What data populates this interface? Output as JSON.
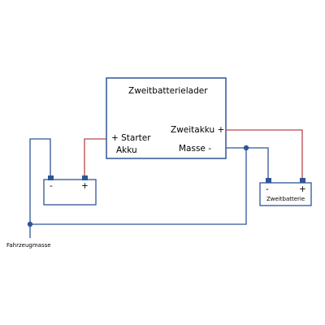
{
  "charger": {
    "title": "Zweitbatterielader",
    "ports": {
      "starter_top": "+ Starter",
      "starter_bottom": "Akku",
      "zweitakku": "Zweitakku +",
      "masse": "Masse -"
    }
  },
  "starter_battery": {
    "minus": "-",
    "plus": "+"
  },
  "second_battery": {
    "label": "Zweitbatterie",
    "minus": "-",
    "plus": "+"
  },
  "ground": {
    "label": "Fahrzeugmasse"
  },
  "colors": {
    "box_stroke": "#2e5597",
    "ground_wire": "#2e5597",
    "positive_wire": "#b8474a",
    "terminal": "#2e5597",
    "junction": "#2e5597",
    "text": "#000000"
  }
}
